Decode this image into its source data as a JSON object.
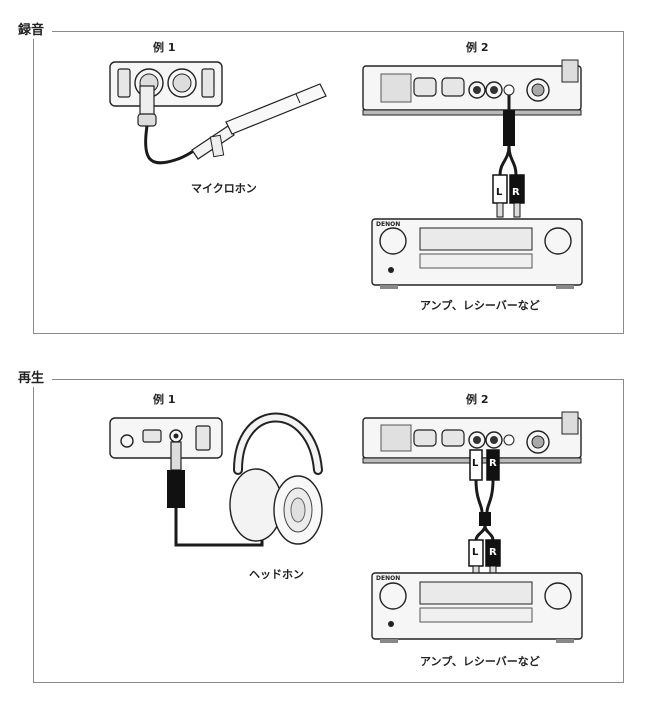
{
  "recording": {
    "title": "録音",
    "example1_label": "例 1",
    "example2_label": "例 2",
    "mic_caption": "マイクロホン",
    "amp_caption": "アンプ、レシーバーなど",
    "amp_brand": "DENON",
    "plug_left": "L",
    "plug_right": "R"
  },
  "playback": {
    "title": "再生",
    "example1_label": "例 1",
    "example2_label": "例 2",
    "headphone_caption": "ヘッドホン",
    "amp_caption": "アンプ、レシーバーなど",
    "amp_brand": "DENON",
    "plug_left_top": "L",
    "plug_right_top": "R",
    "plug_left_bottom": "L",
    "plug_right_bottom": "R"
  }
}
